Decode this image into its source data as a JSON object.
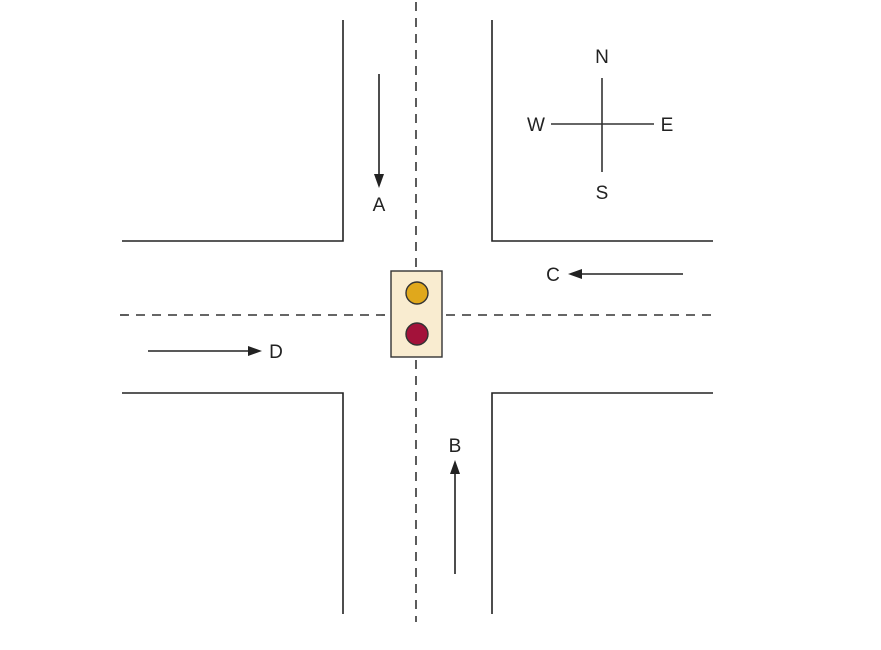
{
  "compass": {
    "north": "N",
    "south": "S",
    "east": "E",
    "west": "W"
  },
  "approaches": {
    "a": {
      "label": "A"
    },
    "b": {
      "label": "B"
    },
    "c": {
      "label": "C"
    },
    "d": {
      "label": "D"
    }
  },
  "signal": {
    "upper_lamp_color": "#e0a81c",
    "lower_lamp_color": "#a3123a",
    "housing_color": "#f9ecd0"
  }
}
